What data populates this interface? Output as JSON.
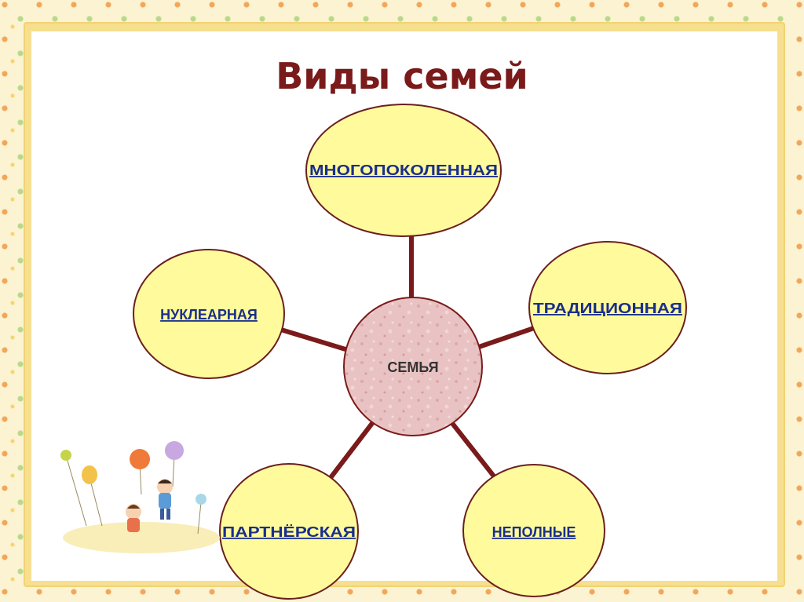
{
  "slide": {
    "title": "Виды семей"
  },
  "diagram": {
    "center": "СЕМЬЯ",
    "nodes": [
      {
        "id": "multi",
        "label": "МНОГОПОКОЛЕННАЯ"
      },
      {
        "id": "traditional",
        "label": "ТРАДИЦИОННАЯ"
      },
      {
        "id": "incomplete",
        "label": "НЕПОЛНЫЕ"
      },
      {
        "id": "partner",
        "label": "ПАРТНЁРСКАЯ"
      },
      {
        "id": "nuclear",
        "label": "НУКЛЕАРНАЯ"
      }
    ]
  },
  "colors": {
    "title": "#7a1a1a",
    "node_fill": "#fffb9c",
    "node_stroke": "#6b1f1f",
    "center_fill": "#e8c0c0",
    "connector": "#7a1a1a",
    "label": "#1a2e8c"
  }
}
